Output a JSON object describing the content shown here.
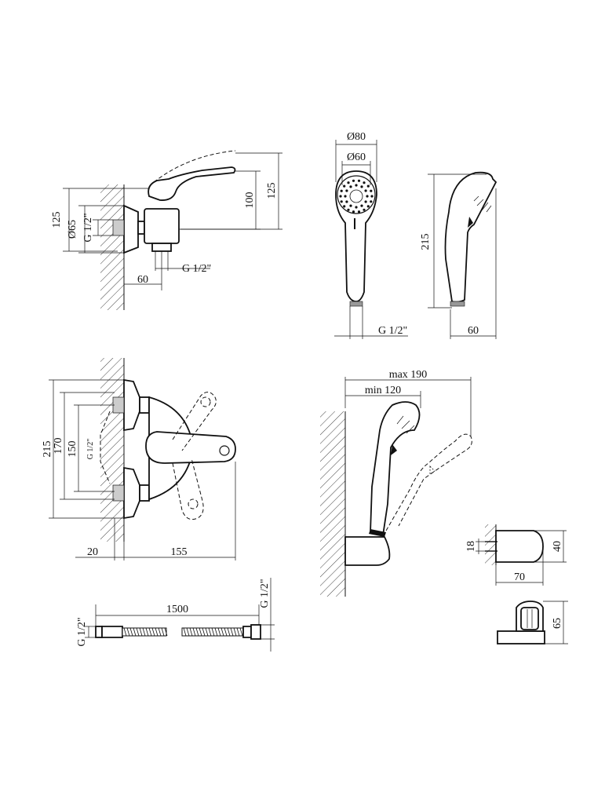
{
  "labels": {
    "mixer_side": {
      "h_total": "125",
      "h_spout": "125",
      "h_lever": "100",
      "d_flange": "Ø65",
      "thread_in": "G 1/2\"",
      "depth": "60",
      "thread_out": "G 1/2\""
    },
    "hand_shower_front": {
      "d_outer": "Ø80",
      "d_inner": "Ø60",
      "thread": "G 1/2\""
    },
    "hand_shower_side": {
      "length": "215",
      "width": "60"
    },
    "mixer_front": {
      "h_outer": "215",
      "h_mid": "170",
      "h_inner": "150",
      "thread": "G 1/2\"",
      "offset": "20",
      "reach": "155"
    },
    "holder": {
      "max_reach": "max 190",
      "min_reach": "min 120"
    },
    "bracket": {
      "hole_spacing": "18",
      "height": "40",
      "depth": "70",
      "cradle_height": "65"
    },
    "hose": {
      "length": "1500",
      "thread_left": "G 1/2\"",
      "thread_right": "G 1/2\""
    }
  }
}
